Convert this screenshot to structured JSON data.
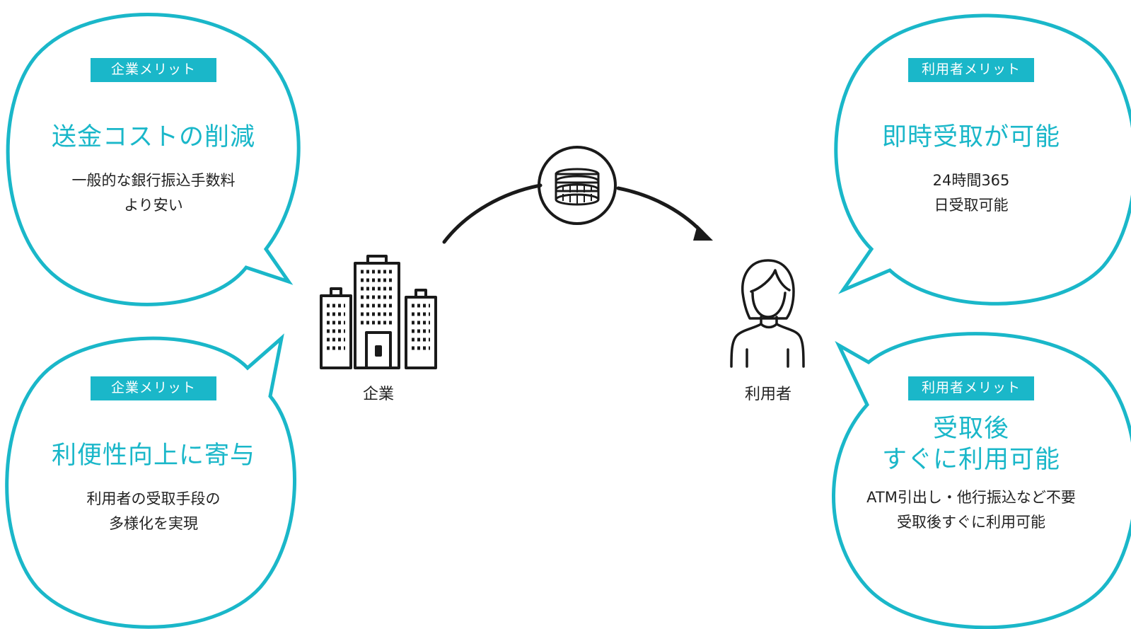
{
  "colors": {
    "accent": "#1ab7c9",
    "icon_stroke": "#1a1a1a",
    "text": "#222222"
  },
  "flow": {
    "from_label": "企業",
    "to_label": "利用者",
    "from_icon": "office-buildings-icon",
    "to_icon": "person-icon",
    "transfer_icon": "coin-stack-icon"
  },
  "bubbles": {
    "company_top": {
      "tag": "企業メリット",
      "headline": "送金コストの削減",
      "body_line1": "一般的な銀行振込手数料",
      "body_line2": "より安い"
    },
    "company_bottom": {
      "tag": "企業メリット",
      "headline": "利便性向上に寄与",
      "body_line1": "利用者の受取手段の",
      "body_line2": "多様化を実現"
    },
    "user_top": {
      "tag": "利用者メリット",
      "headline": "即時受取が可能",
      "body_line1": "24時間365",
      "body_line2": "日受取可能"
    },
    "user_bottom": {
      "tag": "利用者メリット",
      "headline_line1": "受取後",
      "headline_line2": "すぐに利用可能",
      "body_line1": "ATM引出し・他行振込など不要",
      "body_line2": "受取後すぐに利用可能"
    }
  }
}
